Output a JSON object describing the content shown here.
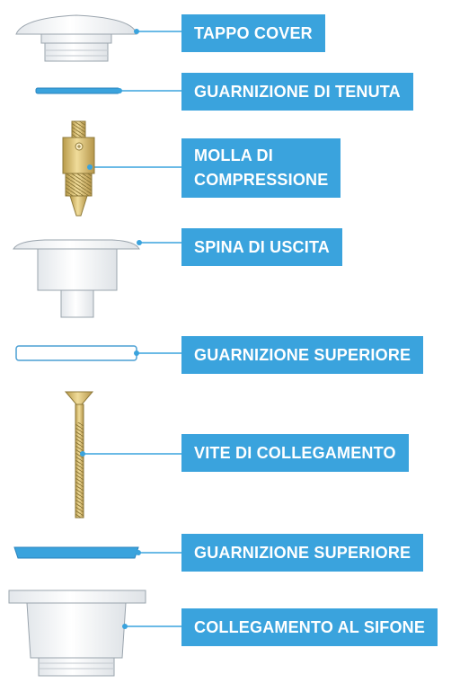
{
  "colors": {
    "accent": "#3aa3dd",
    "label_text": "#ffffff",
    "part_fill": "#f2f4f6",
    "part_outline": "#4a9fd4",
    "brass": "#d9c27a"
  },
  "parts": [
    {
      "label": "TAPPO COVER",
      "icon": "cap-cover-icon"
    },
    {
      "label": "GUARNIZIONE DI TENUTA",
      "icon": "sealing-gasket-icon"
    },
    {
      "label": "MOLLA DI\nCOMPRESSIONE",
      "icon": "compression-spring-icon"
    },
    {
      "label": "SPINA DI USCITA",
      "icon": "outlet-pin-icon"
    },
    {
      "label": "GUARNIZIONE SUPERIORE",
      "icon": "upper-gasket-ring-icon"
    },
    {
      "label": "VITE DI COLLEGAMENTO",
      "icon": "connecting-screw-icon"
    },
    {
      "label": "GUARNIZIONE SUPERIORE",
      "icon": "upper-gasket-flat-icon"
    },
    {
      "label": "COLLEGAMENTO AL SIFONE",
      "icon": "siphon-connector-icon"
    }
  ]
}
